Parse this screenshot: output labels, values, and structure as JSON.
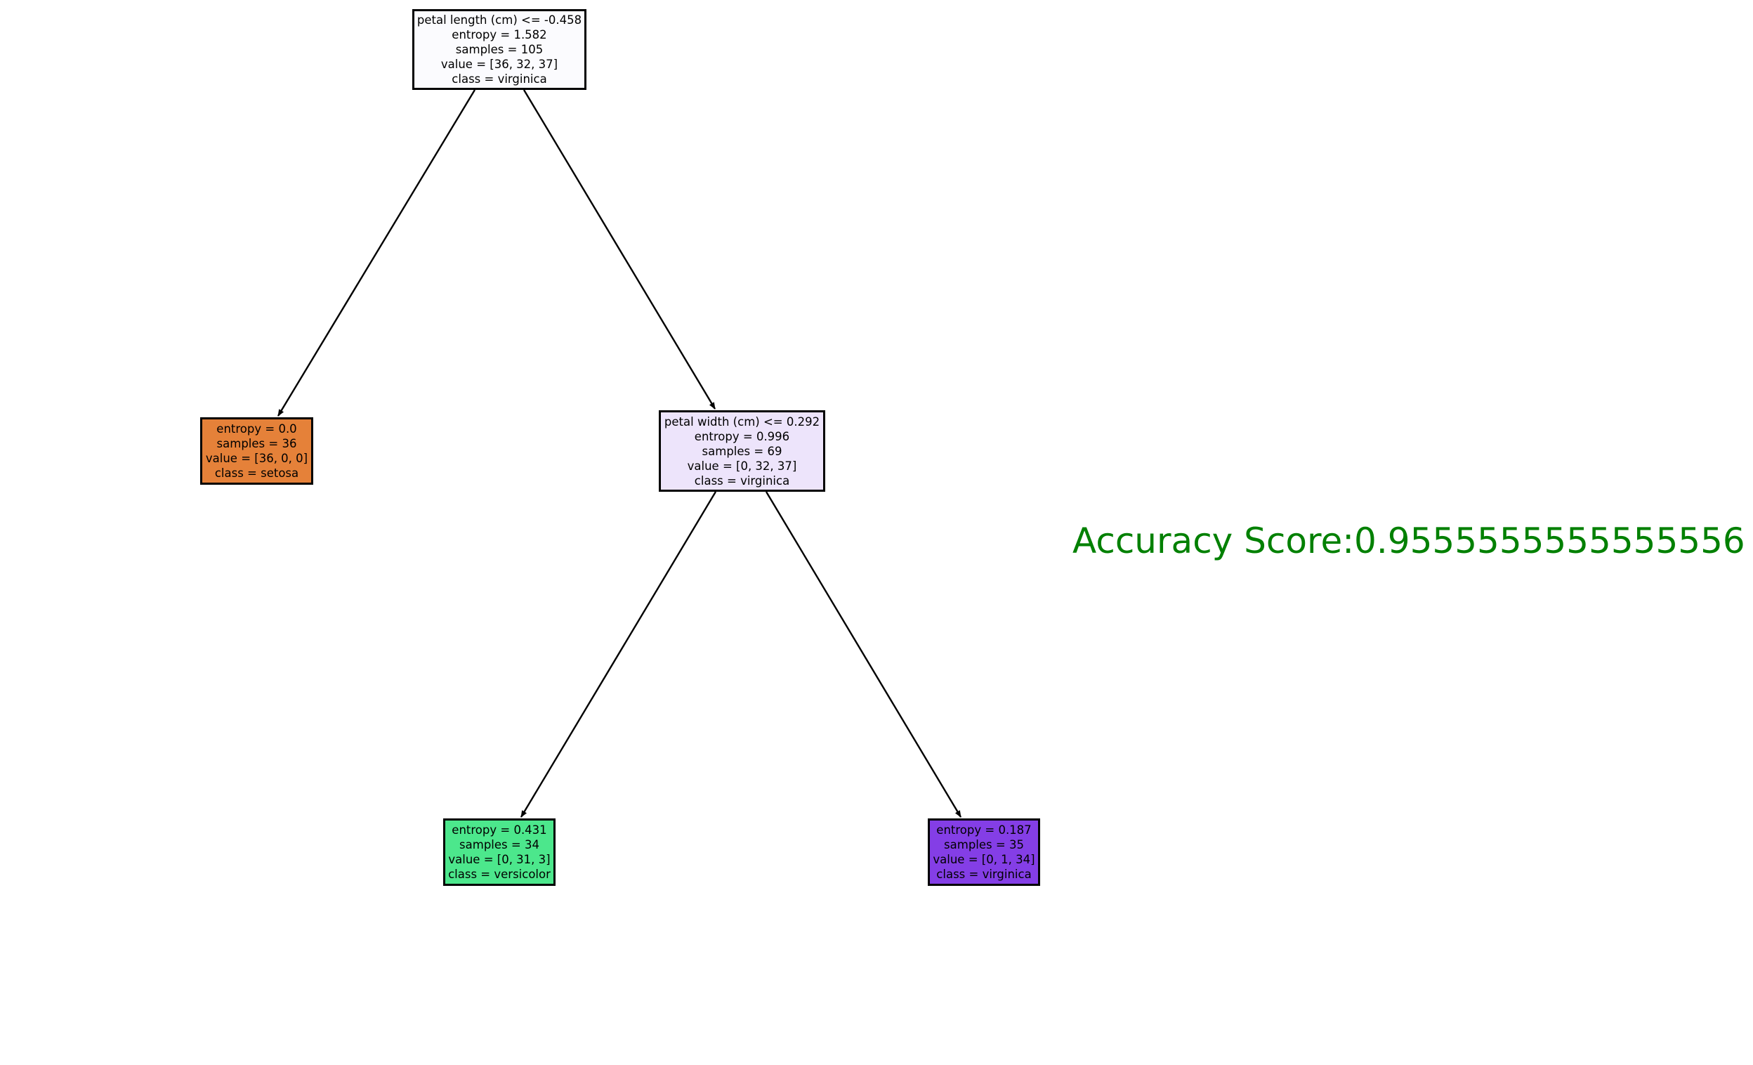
{
  "tree": {
    "nodes": [
      {
        "id": "root",
        "lines": [
          "petal length (cm) <= -0.458",
          "entropy = 1.582",
          "samples = 105",
          "value = [36, 32, 37]",
          "class = virginica"
        ],
        "fill": "#fbfbfe"
      },
      {
        "id": "left-leaf",
        "lines": [
          "entropy = 0.0",
          "samples = 36",
          "value = [36, 0, 0]",
          "class = setosa"
        ],
        "fill": "#e58139"
      },
      {
        "id": "right-split",
        "lines": [
          "petal width (cm) <= 0.292",
          "entropy = 0.996",
          "samples = 69",
          "value = [0, 32, 37]",
          "class = virginica"
        ],
        "fill": "#ede4fb"
      },
      {
        "id": "versicolor-leaf",
        "lines": [
          "entropy = 0.431",
          "samples = 34",
          "value = [0, 31, 3]",
          "class = versicolor"
        ],
        "fill": "#4ce78c"
      },
      {
        "id": "virginica-leaf",
        "lines": [
          "entropy = 0.187",
          "samples = 35",
          "value = [0, 1, 34]",
          "class = virginica"
        ],
        "fill": "#843ee6"
      }
    ],
    "edges": [
      {
        "from": "root",
        "to": "left-leaf"
      },
      {
        "from": "root",
        "to": "right-split"
      },
      {
        "from": "right-split",
        "to": "versicolor-leaf"
      },
      {
        "from": "right-split",
        "to": "virginica-leaf"
      }
    ]
  },
  "accuracy_text": "Accuracy Score:0.9555555555555556",
  "accuracy_color": "#008000"
}
